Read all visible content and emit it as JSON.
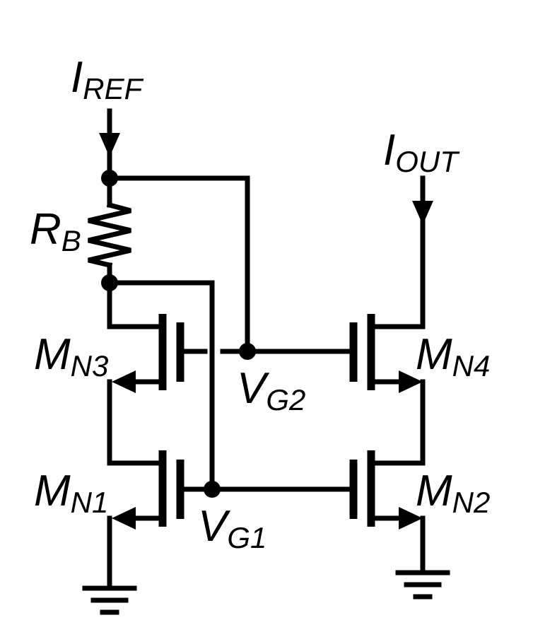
{
  "labels": {
    "iref": {
      "main": "I",
      "sub": "REF"
    },
    "iout": {
      "main": "I",
      "sub": "OUT"
    },
    "rb": {
      "main": "R",
      "sub": "B"
    },
    "mn1": {
      "main": "M",
      "sub": "N1"
    },
    "mn2": {
      "main": "M",
      "sub": "N2"
    },
    "mn3": {
      "main": "M",
      "sub": "N3"
    },
    "mn4": {
      "main": "M",
      "sub": "N4"
    },
    "vg1": {
      "main": "V",
      "sub": "G1"
    },
    "vg2": {
      "main": "V",
      "sub": "G2"
    }
  }
}
